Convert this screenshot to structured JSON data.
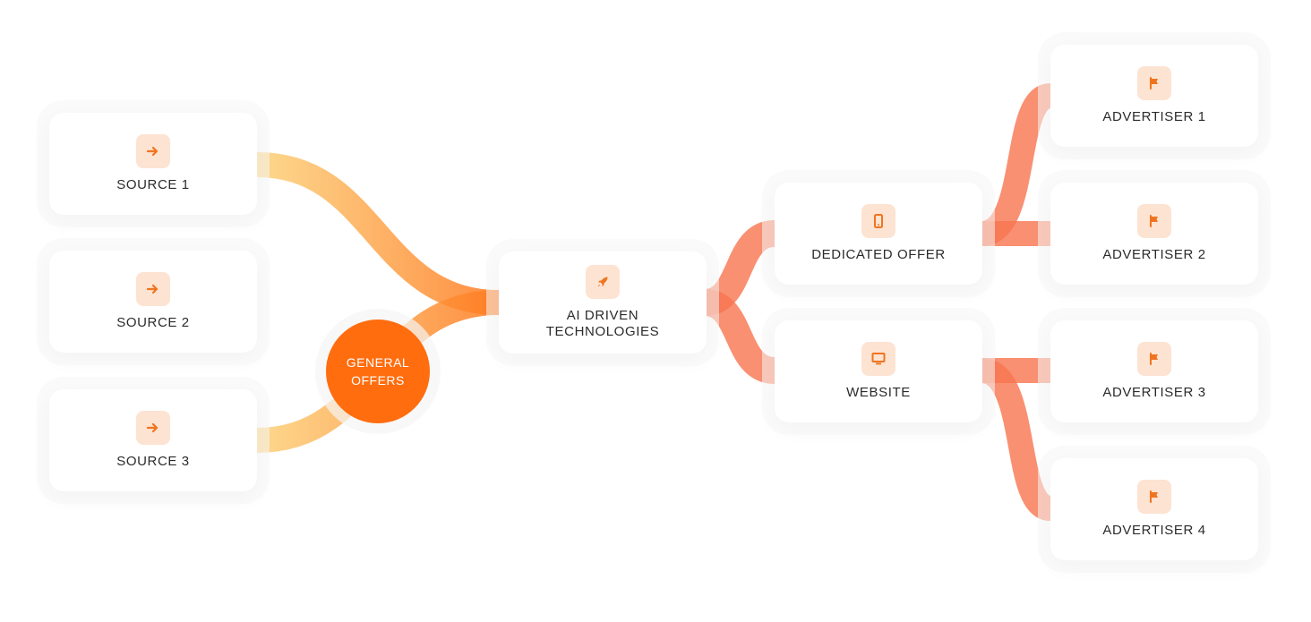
{
  "colors": {
    "source_flow": "#fbc86a",
    "center_flow": "#ff7a1f",
    "right_flow": "#f8744f",
    "accent": "#ff6d0f",
    "icon_bg": "#fde3d2",
    "icon_fg": "#f0741f"
  },
  "sources": [
    {
      "label": "SOURCE 1",
      "icon": "arrow-right-icon"
    },
    {
      "label": "SOURCE 2",
      "icon": "arrow-right-icon"
    },
    {
      "label": "SOURCE 3",
      "icon": "arrow-right-icon"
    }
  ],
  "general_offers": {
    "label": "GENERAL\nOFFERS"
  },
  "hub": {
    "label": "AI DRIVEN\nTECHNOLOGIES",
    "icon": "rocket-icon"
  },
  "channels": [
    {
      "label": "DEDICATED OFFER",
      "icon": "smartphone-icon"
    },
    {
      "label": "WEBSITE",
      "icon": "monitor-icon"
    }
  ],
  "advertisers": [
    {
      "label": "ADVERTISER 1",
      "icon": "flag-icon"
    },
    {
      "label": "ADVERTISER 2",
      "icon": "flag-icon"
    },
    {
      "label": "ADVERTISER 3",
      "icon": "flag-icon"
    },
    {
      "label": "ADVERTISER 4",
      "icon": "flag-icon"
    }
  ]
}
